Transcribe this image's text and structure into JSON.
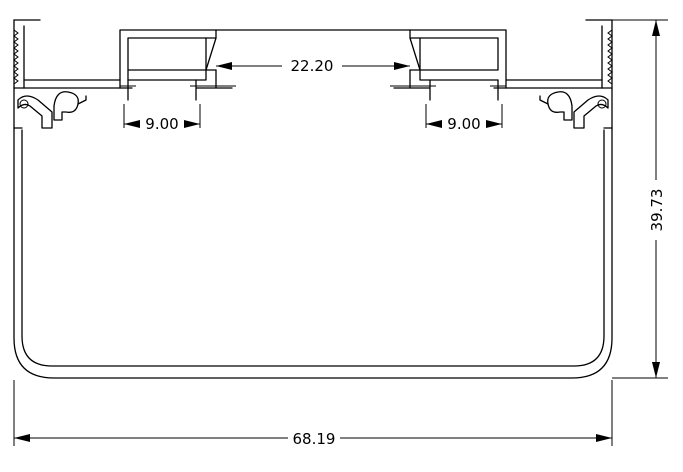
{
  "drawing": {
    "dimensions": {
      "overall_width": "68.19",
      "overall_height": "39.73",
      "center_gap": "22.20",
      "left_slot": "9.00",
      "right_slot": "9.00"
    },
    "colors": {
      "line": "#000000",
      "background": "#ffffff"
    }
  }
}
